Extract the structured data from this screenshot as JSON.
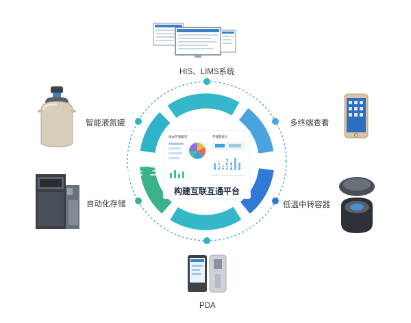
{
  "center": {
    "title": "构建互联互通平台",
    "overlay_text": "具 全 一 储 管",
    "dash_left_title": "样本存储概况",
    "dash_right_title": "存储量统计"
  },
  "nodes": {
    "top": "HIS、LIMS系统",
    "upper_left": "智能液氮罐",
    "lower_left": "自动化存储",
    "upper_right": "多终端查看",
    "lower_right": "低温中转容器",
    "bottom": "PDA"
  },
  "colors": {
    "ring_teal": "#34b8c9",
    "ring_light_blue": "#4aa3df",
    "ring_blue": "#2f7ad6",
    "ring_dark_blue": "#1f5aa8",
    "ring_green": "#3bb38a",
    "dot_teal": "#2fb3c6",
    "dot_green": "#37b58d",
    "dashed_circle": "#4da6d9"
  },
  "icons": {
    "top": "monitor-screens-icon",
    "upper_left": "liquid-nitrogen-tank-icon",
    "lower_left": "automated-storage-cabinet-icon",
    "upper_right": "smartphone-icon",
    "lower_right": "cryo-transfer-container-icon",
    "bottom": "pda-handheld-icon"
  }
}
